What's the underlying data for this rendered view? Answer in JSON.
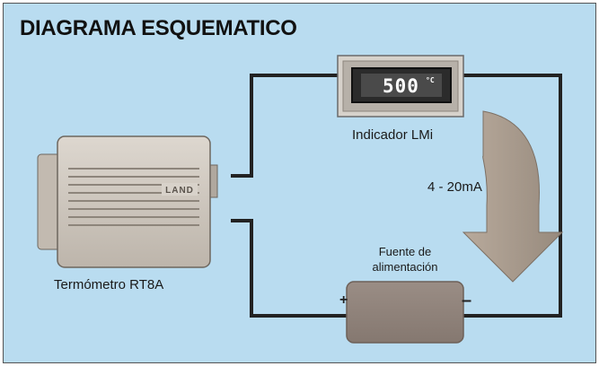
{
  "title": "DIAGRAMA ESQUEMATICO",
  "indicator": {
    "label": "Indicador LMi",
    "display_value": "500",
    "display_unit": "°C"
  },
  "signal": {
    "label": "4 - 20mA"
  },
  "thermometer": {
    "label": "Termómetro RT8A",
    "brand": "LAND"
  },
  "power_supply": {
    "label_line1": "Fuente de",
    "label_line2": "alimentación",
    "plus": "+",
    "minus": "–"
  },
  "colors": {
    "background": "#b9dcf0",
    "wire": "#222222",
    "arrow": "#a89a8c",
    "power_supply": "#8f827a",
    "thermometer_body": "#cbc4bb",
    "display": "#2b2b2b"
  }
}
